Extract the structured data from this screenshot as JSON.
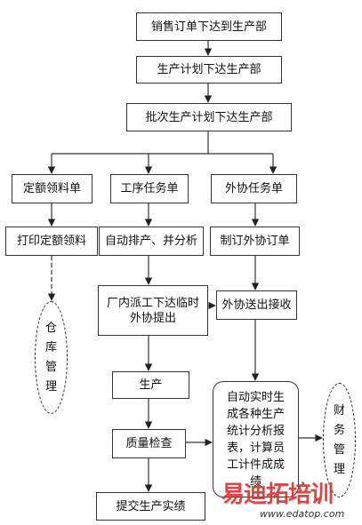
{
  "nodes": {
    "sales_order": "销售订单下达到生产部",
    "production_plan": "生产计划下达生产部",
    "batch_plan": "批次生产计划下达生产部",
    "quota_material": "定额领料单",
    "process_task": "工序任务单",
    "outsourcing_task": "外协任务单",
    "print_quota": "打印定额领料",
    "auto_schedule": "自动排产、并分析",
    "make_outsourcing_order": "制订外协订单",
    "factory_dispatch": "厂内派工下达临时\n外协提出",
    "outsourcing_send": "外协送出接收",
    "production": "生产",
    "quality_check": "质量检查",
    "submit_results": "提交生产实绩",
    "auto_reports": "自动实时生\n成各种生产\n统计分析报\n表，计算员\n工计件成成\n绩"
  },
  "side_nodes": {
    "warehouse": "仓\n库\n管\n理",
    "finance": "财\n务\n管\n理"
  },
  "watermark": {
    "brand": "易迪拓培训",
    "url": "www.edatop.com"
  }
}
